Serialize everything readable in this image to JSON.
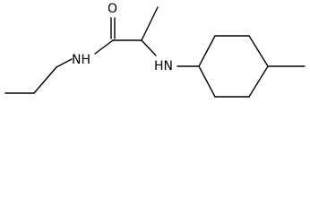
{
  "molecule": {
    "atoms": {
      "carbonyl_oxygen": "O",
      "amide_nitrogen": "NH",
      "amine_nitrogen": "HN"
    }
  }
}
